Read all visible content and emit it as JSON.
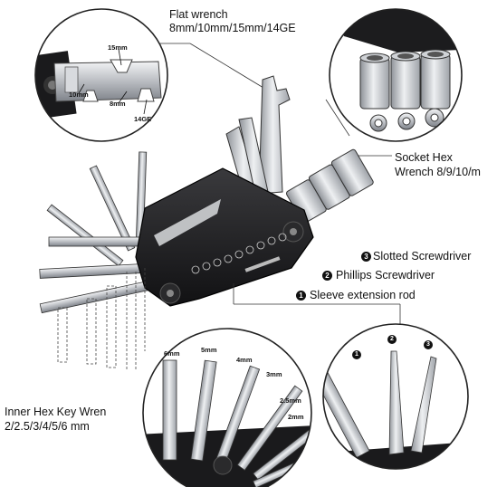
{
  "callouts": {
    "flat_wrench": {
      "title": "Flat wrench",
      "sizes": "8mm/10mm/15mm/14GE"
    },
    "socket": {
      "line1": "Socket Hex",
      "line2": "Wrench 8/9/10/m"
    },
    "slotted": {
      "num": "3",
      "label": "Slotted Screwdriver"
    },
    "phillips": {
      "num": "2",
      "label": "Phillips Screwdriver"
    },
    "sleeve": {
      "num": "1",
      "label": "Sleeve extension rod"
    },
    "hex": {
      "line1": "Inner Hex Key Wren",
      "line2": "2/2.5/3/4/5/6 mm"
    }
  },
  "wrench_detail": {
    "labels": [
      "15mm",
      "10mm",
      "8mm",
      "14GE"
    ]
  },
  "hex_detail": {
    "labels": [
      "6mm",
      "5mm",
      "4mm",
      "3mm",
      "2.5mm",
      "2mm"
    ]
  },
  "driver_detail": {
    "labels": [
      "1",
      "2",
      "3"
    ]
  },
  "colors": {
    "body": "#1c1c1e",
    "steel": "#c9ccd0",
    "steel_dark": "#8c9096",
    "outline": "#222222"
  }
}
